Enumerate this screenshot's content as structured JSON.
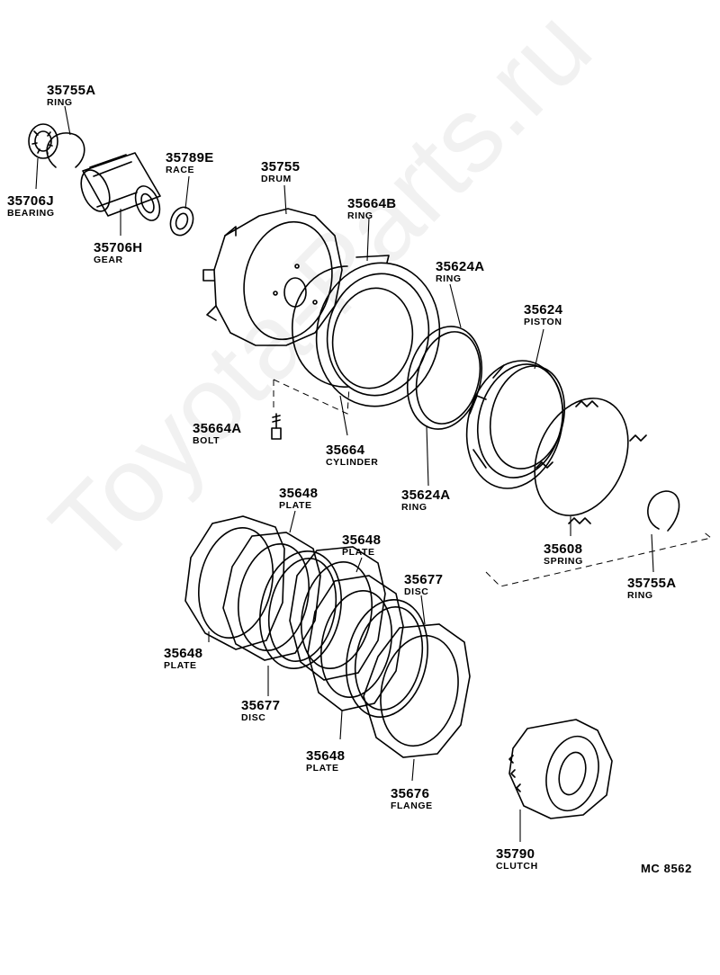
{
  "parts": [
    {
      "id": "p1",
      "number": "35755A",
      "name": "RING"
    },
    {
      "id": "p2",
      "number": "35706J",
      "name": "BEARING"
    },
    {
      "id": "p3",
      "number": "35789E",
      "name": "RACE"
    },
    {
      "id": "p4",
      "number": "35755",
      "name": "DRUM"
    },
    {
      "id": "p5",
      "number": "35706H",
      "name": "GEAR"
    },
    {
      "id": "p6",
      "number": "35664B",
      "name": "RING"
    },
    {
      "id": "p7",
      "number": "35624A",
      "name": "RING"
    },
    {
      "id": "p8",
      "number": "35624",
      "name": "PISTON"
    },
    {
      "id": "p9",
      "number": "35664A",
      "name": "BOLT"
    },
    {
      "id": "p10",
      "number": "35664",
      "name": "CYLINDER"
    },
    {
      "id": "p11",
      "number": "35624A",
      "name": "RING"
    },
    {
      "id": "p12",
      "number": "35608",
      "name": "SPRING"
    },
    {
      "id": "p13",
      "number": "35755A",
      "name": "RING"
    },
    {
      "id": "p14",
      "number": "35648",
      "name": "PLATE"
    },
    {
      "id": "p15",
      "number": "35648",
      "name": "PLATE"
    },
    {
      "id": "p16",
      "number": "35677",
      "name": "DISC"
    },
    {
      "id": "p17",
      "number": "35648",
      "name": "PLATE"
    },
    {
      "id": "p18",
      "number": "35677",
      "name": "DISC"
    },
    {
      "id": "p19",
      "number": "35648",
      "name": "PLATE"
    },
    {
      "id": "p20",
      "number": "35676",
      "name": "FLANGE"
    },
    {
      "id": "p21",
      "number": "35790",
      "name": "CLUTCH"
    }
  ],
  "diagram_code": "MC  8562",
  "watermark": "Toyota-Parts.ru",
  "colors": {
    "ink": "#000000",
    "background": "#ffffff"
  }
}
